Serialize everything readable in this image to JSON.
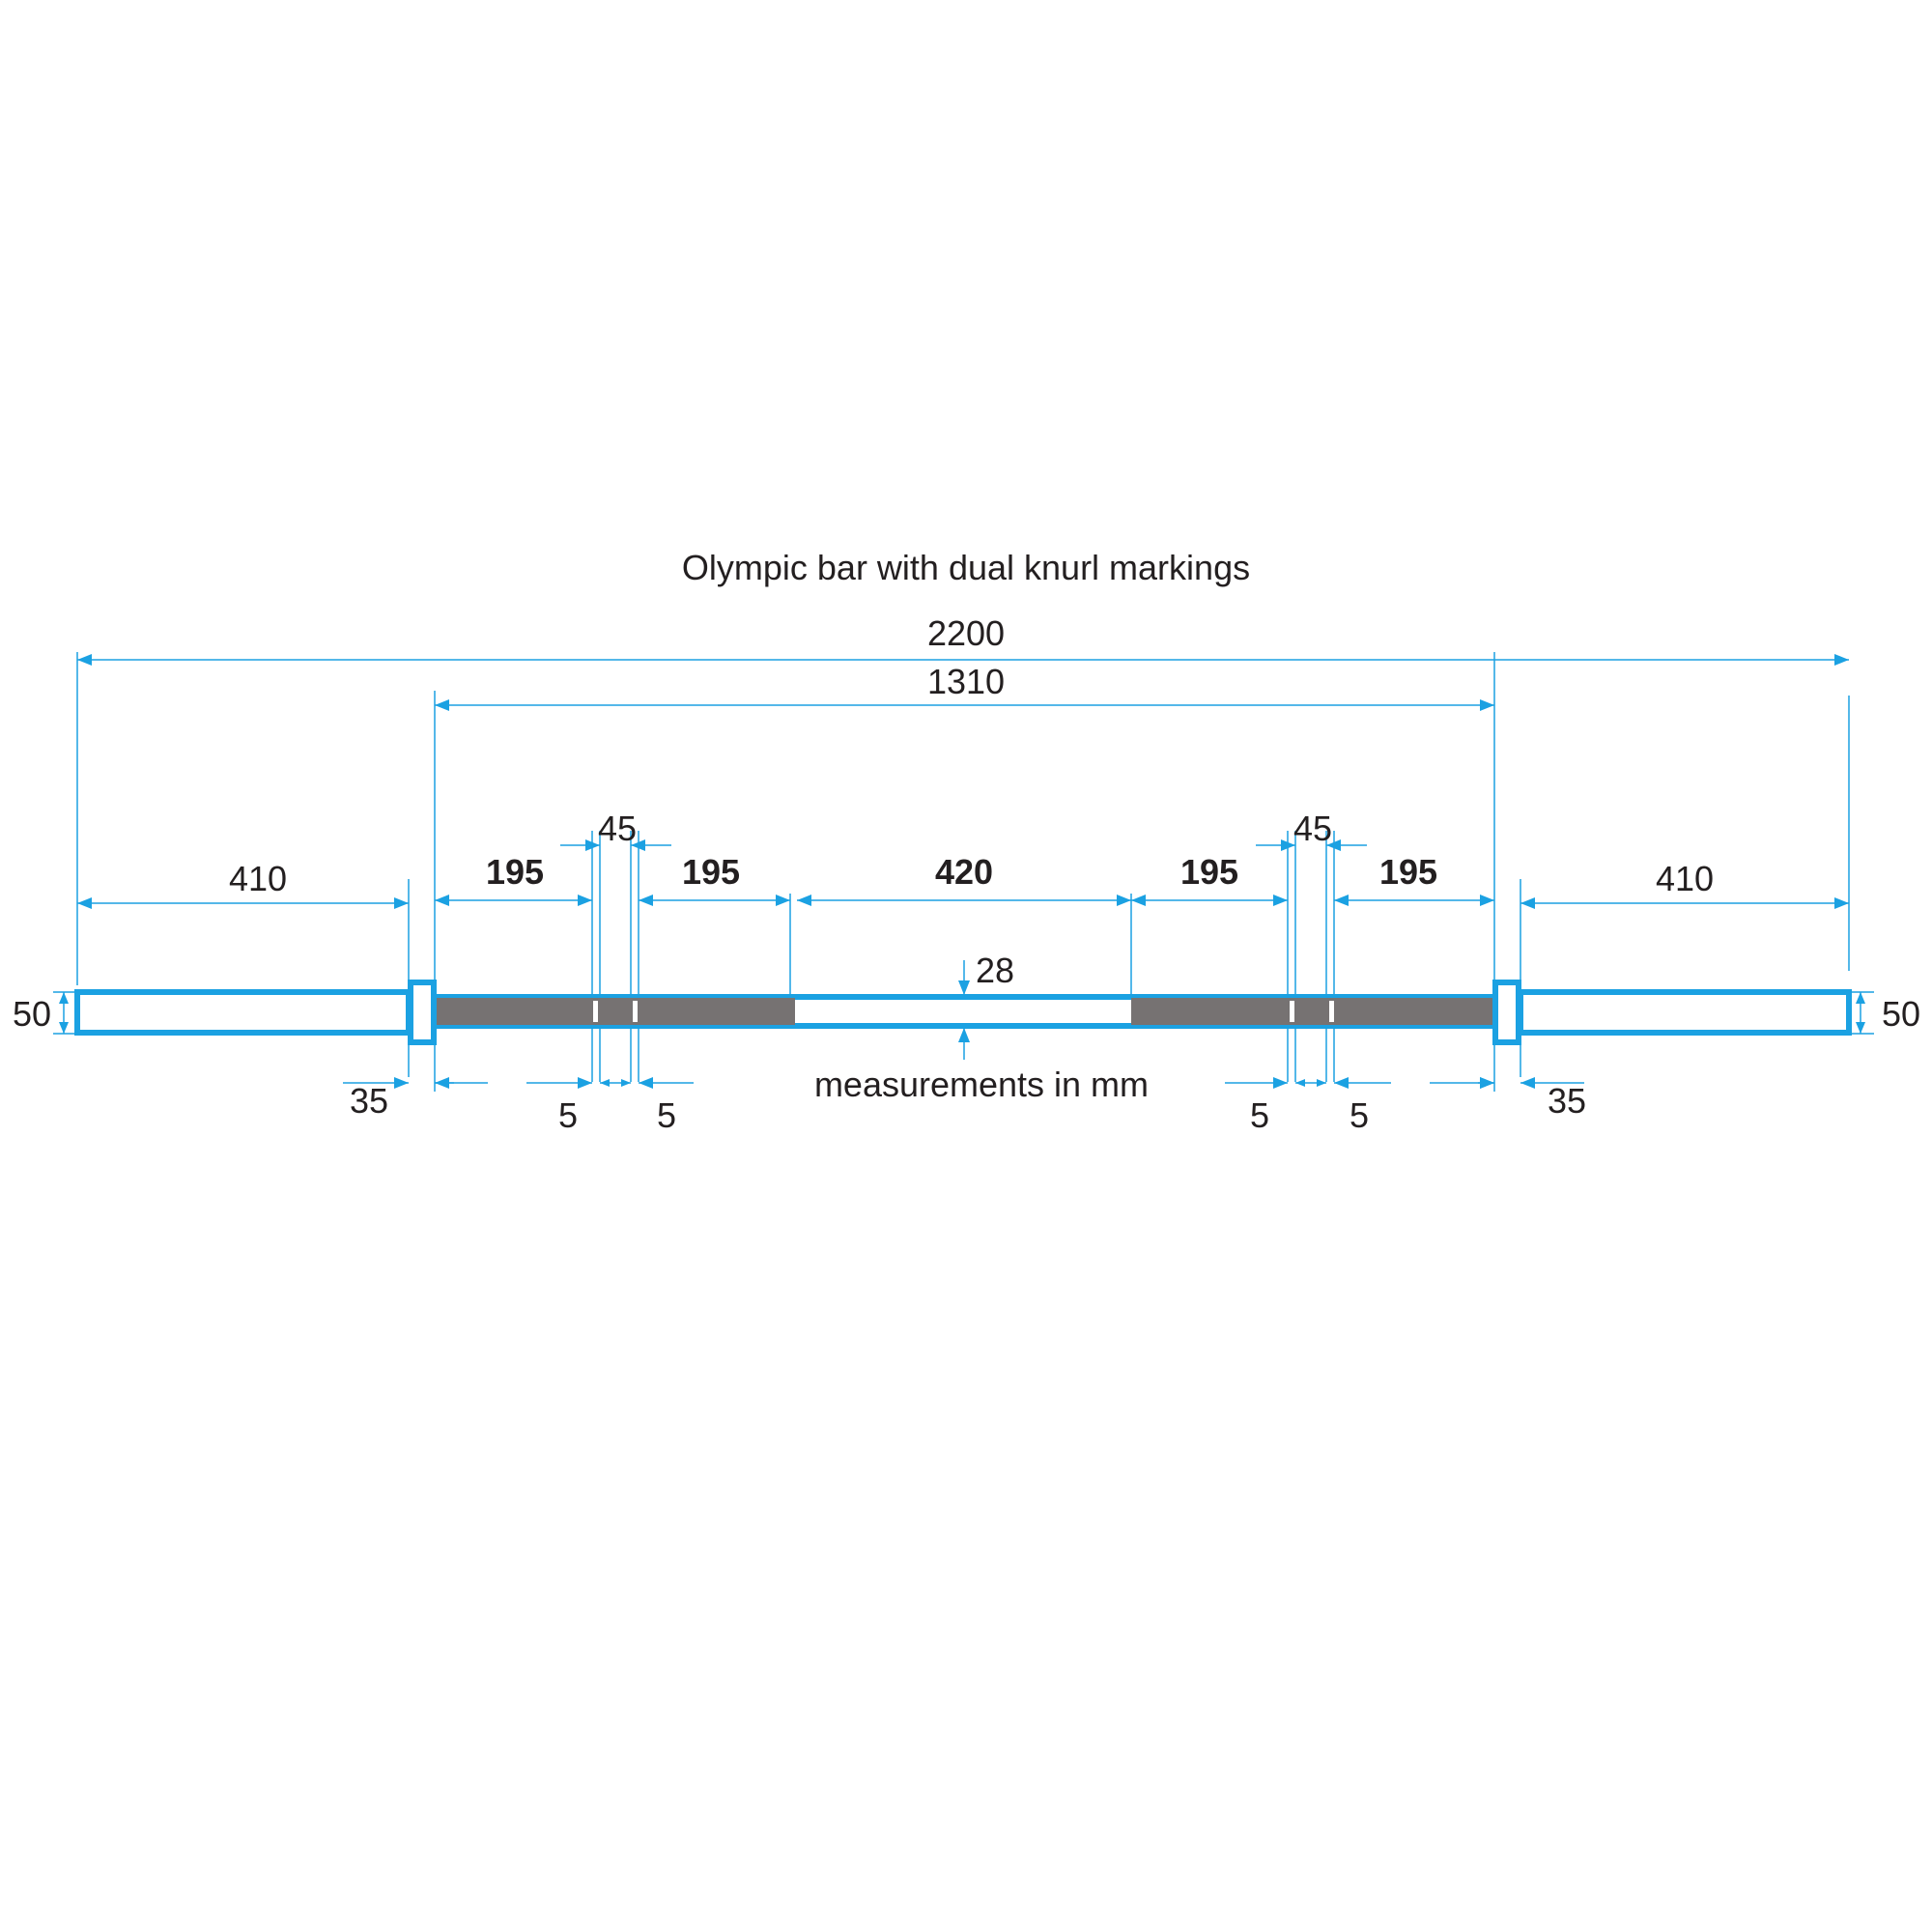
{
  "title": "Olympic bar with dual knurl markings",
  "unit_note": "measurements in mm",
  "colors": {
    "dimension": "#1ba1e2",
    "outline": "#1ba1e2",
    "knurl": "#767272",
    "text": "#231f20"
  },
  "dimensions": {
    "total_length": "2200",
    "inner_length": "1310",
    "left_sleeve": "410",
    "right_sleeve": "410",
    "left_collar": "35",
    "right_collar": "35",
    "sleeve_diameter_left": "50",
    "sleeve_diameter_right": "50",
    "shaft_diameter": "28",
    "left_outer_knurl": "195",
    "left_inner_knurl": "195",
    "center_smooth": "420",
    "right_inner_knurl": "195",
    "right_outer_knurl": "195",
    "left_marking_spacing": "45",
    "right_marking_spacing": "45",
    "left_mark_width_a": "5",
    "left_mark_width_b": "5",
    "right_mark_width_a": "5",
    "right_mark_width_b": "5"
  }
}
